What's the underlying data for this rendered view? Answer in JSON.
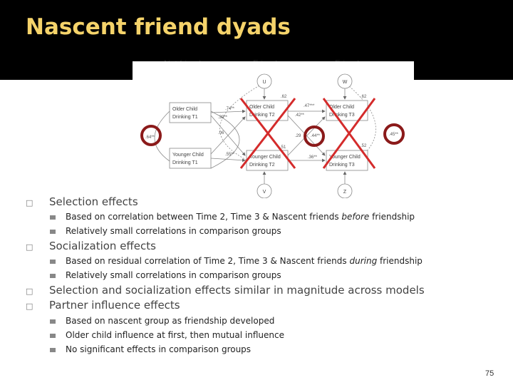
{
  "slide": {
    "title": "Nascent friend dyads",
    "page_number": "75"
  },
  "diagram": {
    "stage_labels": [
      "Not friends",
      "Friends",
      "Friends"
    ],
    "nodes": {
      "u": "U",
      "w": "W",
      "v": "V",
      "z": "Z",
      "older_t1": [
        "Older Child",
        "Drinking T1"
      ],
      "older_t2": [
        "Older Child",
        "Drinking T2"
      ],
      "older_t3": [
        "Older Child",
        "Drinking T3"
      ],
      "younger_t1": [
        "Younger Child",
        "Drinking T1"
      ],
      "younger_t2": [
        "Younger Child",
        "Drinking T2"
      ],
      "younger_t3": [
        "Younger Child",
        "Drinking T3"
      ]
    },
    "coefficients": {
      "c1": ".64**",
      "c2": ".74**",
      "c3": ".39**",
      "c4": ".62",
      "c5": ".47***",
      "c6": ".62",
      "c7": ".42**",
      "c8": ".06",
      "c9": ".29",
      "c10": ".44**",
      "c11": ".45**",
      "c12": ".51",
      "c13": ".52",
      "c14": ".55**",
      "c15": ".36**"
    },
    "colors": {
      "circle": "#8b1a1a",
      "cross": "#d42b2b"
    }
  },
  "bullets": [
    {
      "level": 1,
      "text": "Selection effects"
    },
    {
      "level": 2,
      "text_parts": [
        "Based on correlation between Time 2, Time 3 & Nascent friends ",
        "before",
        " friendship"
      ]
    },
    {
      "level": 2,
      "text": "Relatively small correlations in comparison groups"
    },
    {
      "level": 1,
      "text": "Socialization effects"
    },
    {
      "level": 2,
      "text_parts": [
        "Based on residual correlation of Time 2, Time 3 & Nascent friends ",
        "during",
        " friendship"
      ]
    },
    {
      "level": 2,
      "text": "Relatively small correlations in comparison groups"
    },
    {
      "level": 1,
      "text": "Selection and socialization effects similar in magnitude across models"
    },
    {
      "level": 1,
      "text": "Partner influence effects"
    },
    {
      "level": 2,
      "text": "Based on nascent group as friendship developed"
    },
    {
      "level": 2,
      "text": "Older child influence at first, then mutual influence"
    },
    {
      "level": 2,
      "text": "No significant effects in comparison groups"
    }
  ],
  "bullet_marker": "□"
}
